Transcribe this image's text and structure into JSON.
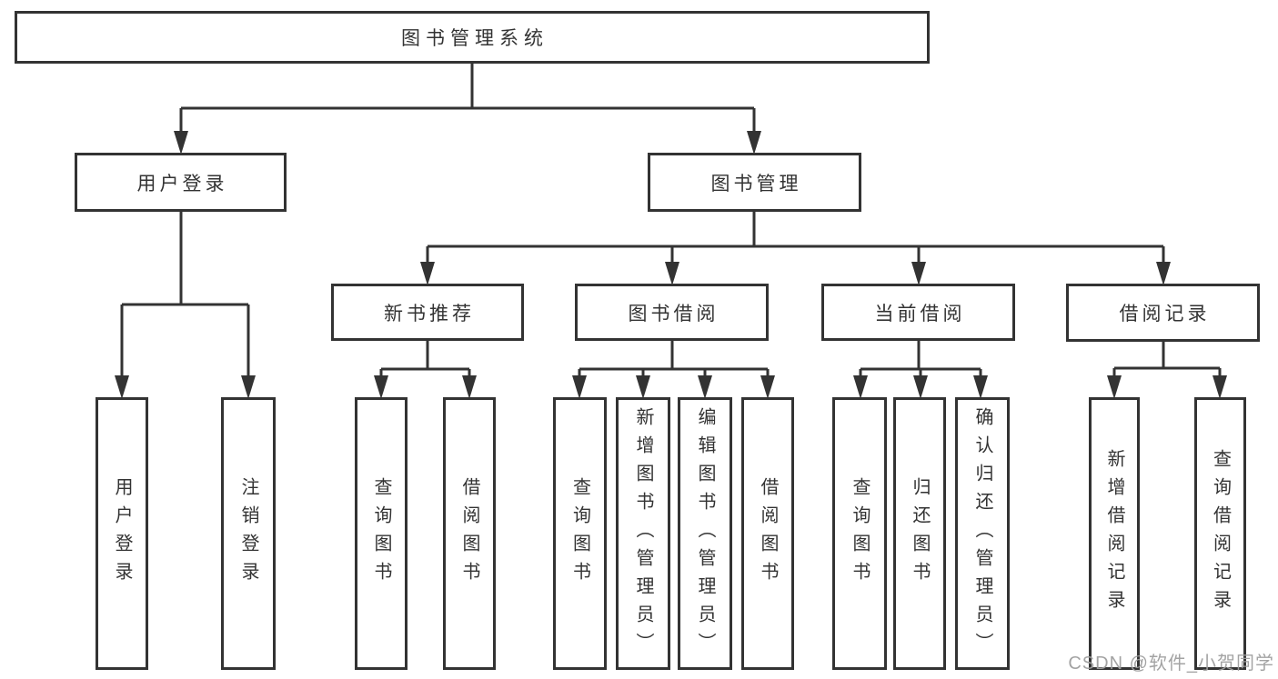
{
  "diagram": {
    "type": "tree",
    "title": "图书管理系统",
    "tree": {
      "label": "图书管理系统",
      "children": [
        {
          "label": "用户登录",
          "children": [
            {
              "label": "用户登录"
            },
            {
              "label": "注销登录"
            }
          ]
        },
        {
          "label": "图书管理",
          "children": [
            {
              "label": "新书推荐",
              "children": [
                {
                  "label": "查询图书"
                },
                {
                  "label": "借阅图书"
                }
              ]
            },
            {
              "label": "图书借阅",
              "children": [
                {
                  "label": "查询图书"
                },
                {
                  "label": "新增图书（管理员）"
                },
                {
                  "label": "编辑图书（管理员）"
                },
                {
                  "label": "借阅图书"
                }
              ]
            },
            {
              "label": "当前借阅",
              "children": [
                {
                  "label": "查询图书"
                },
                {
                  "label": "归还图书"
                },
                {
                  "label": "确认归还（管理员）"
                }
              ]
            },
            {
              "label": "借阅记录",
              "children": [
                {
                  "label": "新增借阅记录"
                },
                {
                  "label": "查询借阅记录"
                }
              ]
            }
          ]
        }
      ]
    },
    "colors": {
      "line": "#333333",
      "box_border": "#333333",
      "text": "#333333",
      "background": "#ffffff"
    }
  },
  "watermark": {
    "text": "CSDN @软件_小贺同学"
  }
}
